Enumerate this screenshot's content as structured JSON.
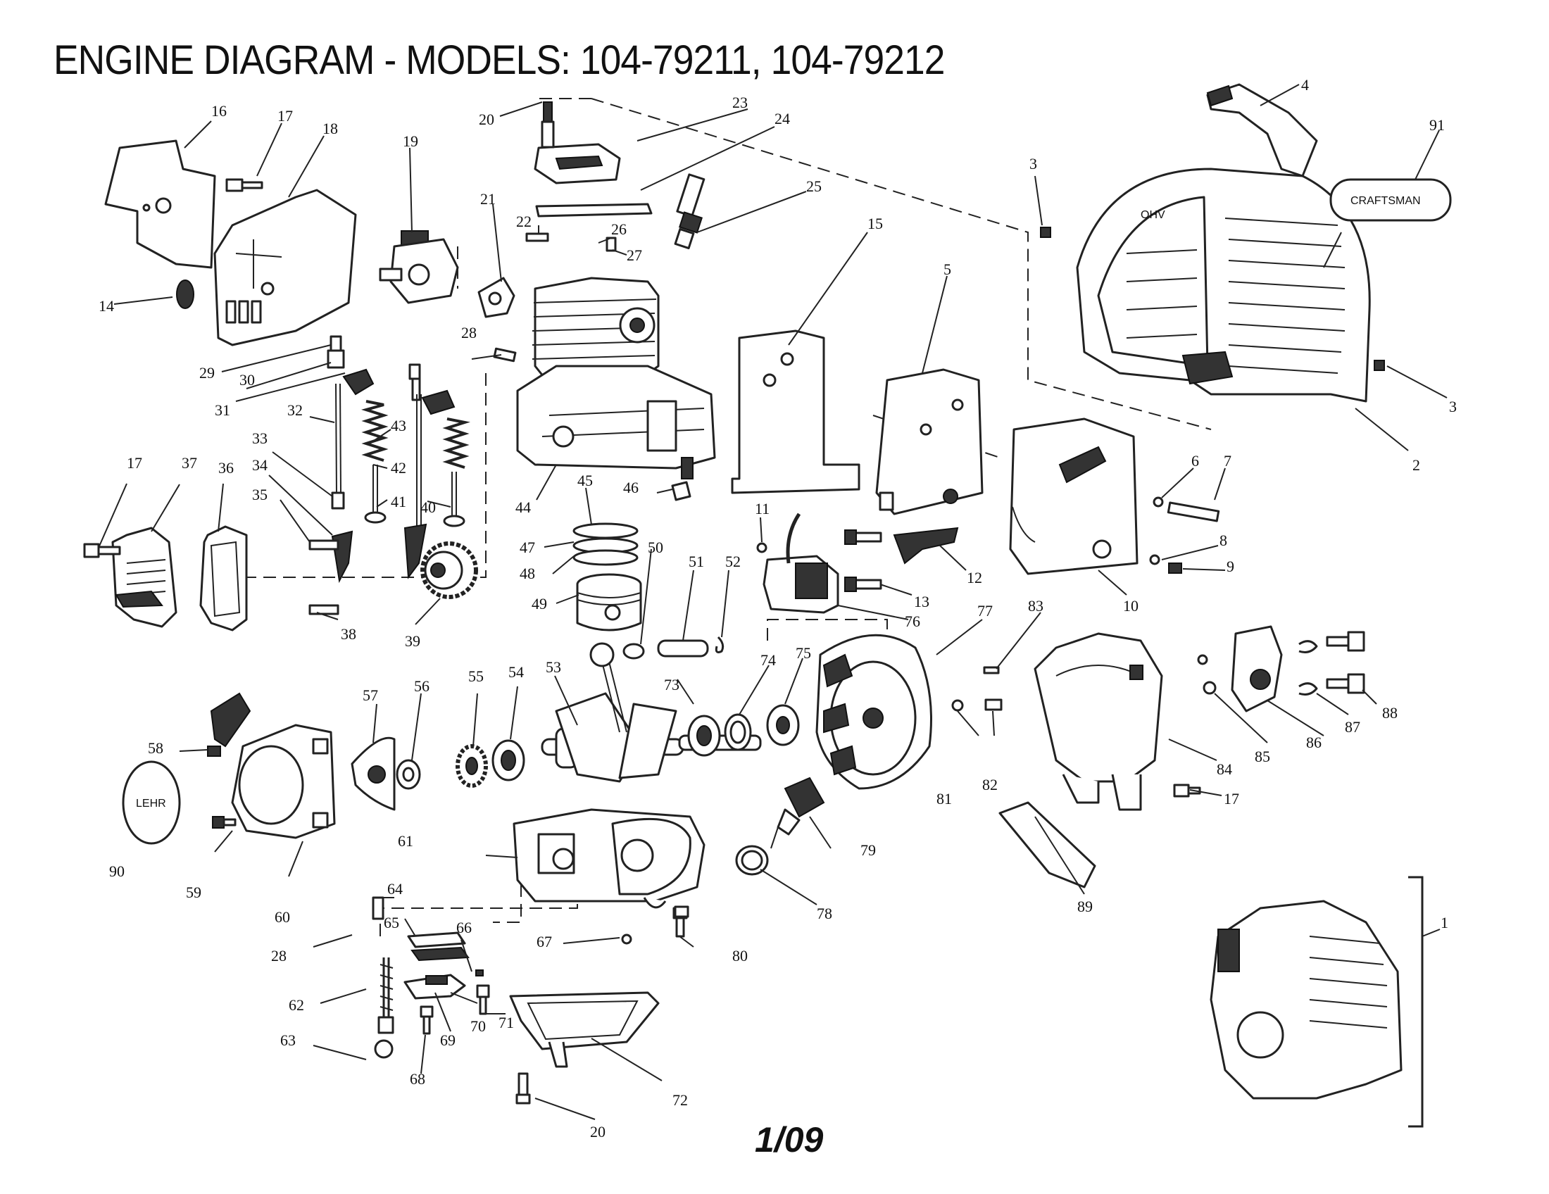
{
  "title": "ENGINE DIAGRAM - MODELS: 104-79211, 104-79212",
  "footer": "1/09",
  "brand_label": "CRAFTSMAN",
  "cover_badge": "OHV",
  "lehr_decal": "LEHR",
  "callouts": [
    "1",
    "2",
    "3",
    "4",
    "5",
    "6",
    "7",
    "8",
    "9",
    "10",
    "11",
    "12",
    "13",
    "14",
    "15",
    "16",
    "17",
    "18",
    "19",
    "20",
    "21",
    "22",
    "23",
    "24",
    "25",
    "26",
    "27",
    "28",
    "29",
    "30",
    "31",
    "32",
    "33",
    "34",
    "35",
    "36",
    "37",
    "38",
    "39",
    "40",
    "41",
    "42",
    "43",
    "44",
    "45",
    "46",
    "47",
    "48",
    "49",
    "50",
    "51",
    "52",
    "53",
    "54",
    "55",
    "56",
    "57",
    "58",
    "59",
    "60",
    "61",
    "62",
    "63",
    "64",
    "65",
    "66",
    "67",
    "68",
    "69",
    "70",
    "71",
    "72",
    "73",
    "74",
    "75",
    "76",
    "77",
    "78",
    "79",
    "80",
    "81",
    "82",
    "83",
    "84",
    "85",
    "86",
    "87",
    "88",
    "89",
    "90",
    "91"
  ]
}
